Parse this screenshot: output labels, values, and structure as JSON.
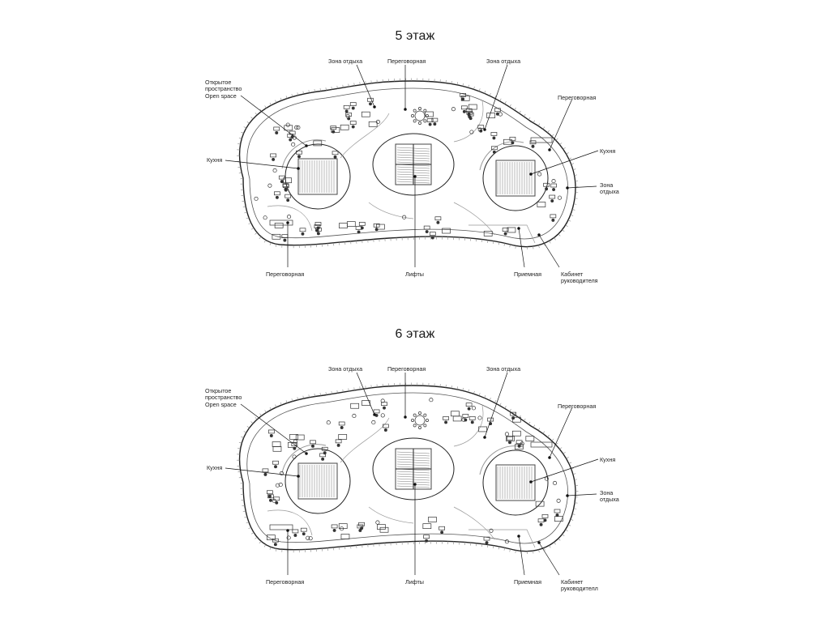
{
  "floors": [
    {
      "title": "5 этаж",
      "labels": {
        "rest_top_left": "Зона отдыха",
        "meeting_top": "Переговорная",
        "rest_top_right": "Зона отдыха",
        "open_space": [
          "Открытое",
          "пространство",
          "Open space"
        ],
        "meeting_right": "Переговорная",
        "kitchen_left": "Кухня",
        "kitchen_right": "Кухня",
        "rest_right": [
          "Зона",
          "отдыха"
        ],
        "meeting_bottom_left": "Переговорная",
        "lifts": "Лифты",
        "reception": "Приемная",
        "director": [
          "Кабинет",
          "руководителя"
        ]
      }
    },
    {
      "title": "6 этаж",
      "labels": {
        "rest_top_left": "Зона отдыха",
        "meeting_top": "Переговорная",
        "rest_top_right": "Зона отдыха",
        "open_space": [
          "Открытое",
          "пространство",
          "Open space"
        ],
        "meeting_right": "Переговорная",
        "kitchen_left": "Кухня",
        "kitchen_right": "Кухня",
        "rest_right": [
          "Зона",
          "отдыха"
        ],
        "meeting_bottom_left": "Переговорная",
        "lifts": "Лифты",
        "reception": "Приемная",
        "director": [
          "Кабинет",
          "руководителл"
        ]
      }
    }
  ]
}
